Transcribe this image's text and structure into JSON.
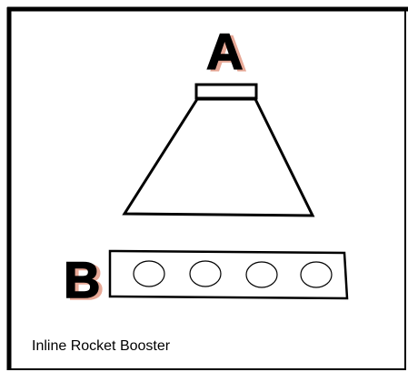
{
  "labels": {
    "a": "A",
    "b": "B"
  },
  "caption": "Inline Rocket Booster",
  "colors": {
    "ink": "#000000",
    "letter_shadow": "#e7a896",
    "background": "#ffffff"
  },
  "parts": {
    "b_holes_count": 4
  }
}
